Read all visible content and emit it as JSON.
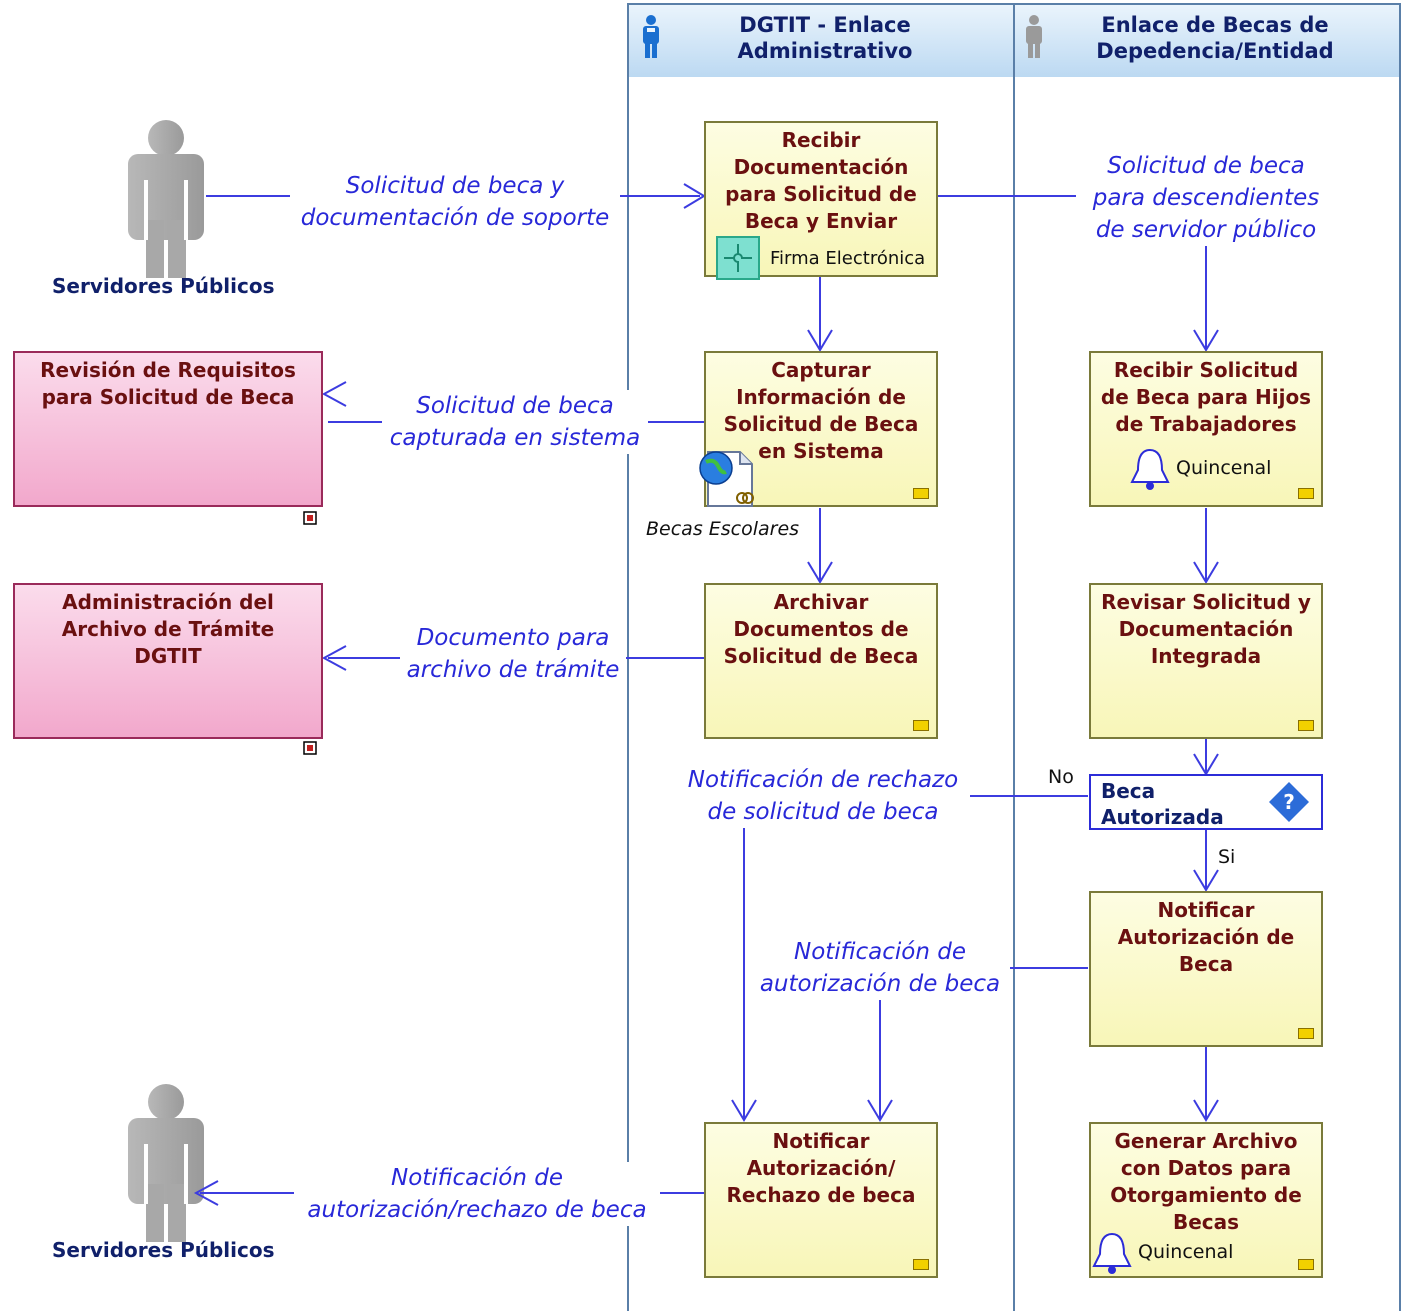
{
  "lanes": [
    {
      "title": "DGTIT - Enlace\nAdministrativo"
    },
    {
      "title": "Enlace de Becas de\nDepedencia/Entidad"
    }
  ],
  "actors": [
    {
      "label": "Servidores Públicos"
    },
    {
      "label": "Servidores Públicos"
    }
  ],
  "processes": [
    {
      "label": "Revisión de Requisitos\npara Solicitud de Beca"
    },
    {
      "label": "Administración del\nArchivo de Trámite\nDGTIT"
    }
  ],
  "tasks": [
    {
      "label": "Recibir\nDocumentación\npara Solicitud de\nBeca y Enviar",
      "annotation": "Firma Electrónica"
    },
    {
      "label": "Capturar\nInformación de\nSolicitud de Beca\nen Sistema",
      "annotation": "Becas Escolares"
    },
    {
      "label": "Archivar\nDocumentos de\nSolicitud de Beca"
    },
    {
      "label": "Notificar\nAutorización/\nRechazo de beca"
    },
    {
      "label": "Recibir Solicitud\nde Beca para Hijos\nde Trabajadores",
      "annotation": "Quincenal"
    },
    {
      "label": "Revisar Solicitud y\nDocumentación\nIntegrada"
    },
    {
      "label": "Notificar\nAutorización de\nBeca"
    },
    {
      "label": "Generar Archivo\ncon Datos para\nOtorgamiento de\nBecas",
      "annotation": "Quincenal"
    }
  ],
  "gateway": {
    "label": "Beca\nAutorizada",
    "no_label": "No",
    "yes_label": "Si"
  },
  "messages": [
    {
      "text": "Solicitud de beca y\ndocumentación de soporte"
    },
    {
      "text": "Solicitud de beca\npara descendientes\nde servidor público"
    },
    {
      "text": "Solicitud de beca\ncapturada en sistema"
    },
    {
      "text": "Documento para\narchivo de trámite"
    },
    {
      "text": "Notificación de rechazo\nde solicitud de beca"
    },
    {
      "text": "Notificación de\nautorización de beca"
    },
    {
      "text": "Notificación de\nautorización/rechazo de beca"
    }
  ],
  "colors": {
    "lane_border": "#5a7fa8",
    "lane_header": "#cfe4f7",
    "task_fill": "#f8f6b8",
    "process_fill": "#f2a8cc",
    "flow_line": "#3c3ce0",
    "message_text": "#2828d8",
    "title_text": "#10206a"
  }
}
